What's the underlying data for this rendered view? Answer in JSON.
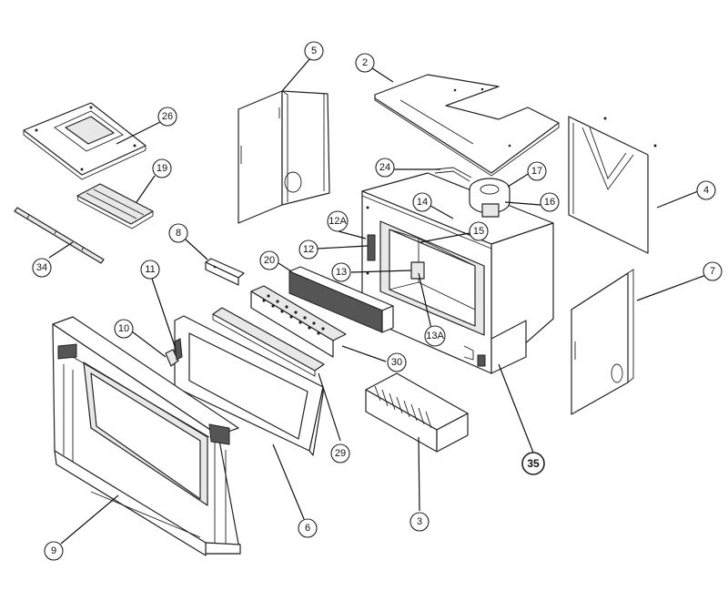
{
  "diagram": {
    "title": "Fireplace insert exploded parts diagram",
    "callouts": [
      {
        "id": "c5",
        "label": "5"
      },
      {
        "id": "c2",
        "label": "2"
      },
      {
        "id": "c26",
        "label": "26"
      },
      {
        "id": "c19",
        "label": "19"
      },
      {
        "id": "c34",
        "label": "34"
      },
      {
        "id": "c24",
        "label": "24"
      },
      {
        "id": "c17",
        "label": "17"
      },
      {
        "id": "c16",
        "label": "16"
      },
      {
        "id": "c14",
        "label": "14"
      },
      {
        "id": "c12A",
        "label": "12A"
      },
      {
        "id": "c12",
        "label": "12"
      },
      {
        "id": "c15",
        "label": "15"
      },
      {
        "id": "c13",
        "label": "13"
      },
      {
        "id": "c13A",
        "label": "13A"
      },
      {
        "id": "c4",
        "label": "4"
      },
      {
        "id": "c7",
        "label": "7"
      },
      {
        "id": "c8",
        "label": "8"
      },
      {
        "id": "c20",
        "label": "20"
      },
      {
        "id": "c11",
        "label": "11"
      },
      {
        "id": "c10",
        "label": "10"
      },
      {
        "id": "c30",
        "label": "30"
      },
      {
        "id": "c29",
        "label": "29"
      },
      {
        "id": "c9",
        "label": "9"
      },
      {
        "id": "c6",
        "label": "6"
      },
      {
        "id": "c3",
        "label": "3"
      },
      {
        "id": "c35",
        "label": "35"
      }
    ]
  }
}
